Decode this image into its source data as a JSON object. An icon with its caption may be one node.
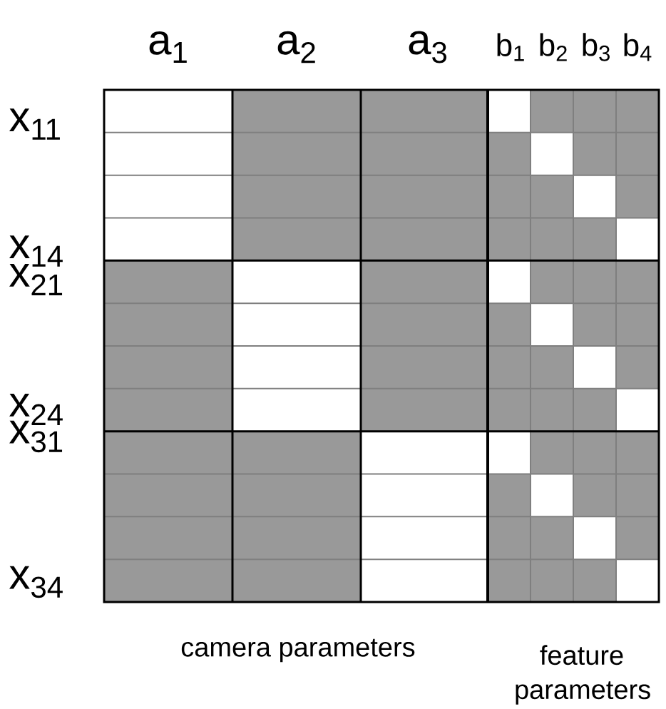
{
  "diagram": {
    "labels": [
      "a$_{1}$",
      "a$_{2}$",
      "a$_{3}$",
      "b$_{1}$",
      "b$_{2}$",
      "b$_{3}$",
      "b$_{4}$",
      "x$_{11}$",
      "x$_{14}$",
      "x$_{21}$",
      "x$_{24}$",
      "x$_{31}$",
      "x$_{34}$",
      "camera parameters",
      "feature parameters"
    ]
  }
}
